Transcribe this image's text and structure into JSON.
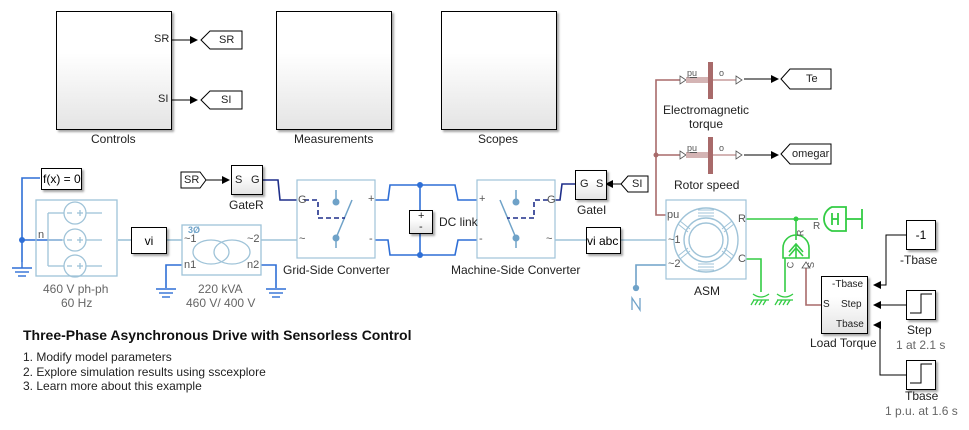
{
  "title": "Three-Phase Asynchronous Drive with Sensorless Control",
  "links": [
    "1. Modify model parameters",
    "2. Explore simulation results using sscexplore",
    "3. Learn more about this example"
  ],
  "subsystems": {
    "controls": {
      "label": "Controls",
      "ports": [
        "SR",
        "SI"
      ]
    },
    "measurements": {
      "label": "Measurements"
    },
    "scopes": {
      "label": "Scopes"
    }
  },
  "goto_tags": {
    "sr": "SR",
    "si": "SI",
    "te": "Te",
    "omegar": "omegar"
  },
  "from_tags": {
    "sr": "SR",
    "si": "SI"
  },
  "solver": {
    "label": "f(x) = 0"
  },
  "source": {
    "label_line1": "460 V ph-ph",
    "label_line2": "60 Hz",
    "port_n": "n"
  },
  "vi": {
    "label": "vi"
  },
  "transformer": {
    "symbol": "3Ø",
    "label_line1": "220 kVA",
    "label_line2": "460 V/ 400 V",
    "ports": [
      "~1",
      "~2",
      "n1",
      "n2"
    ]
  },
  "gate_r": {
    "label": "GateR",
    "port_s": "S",
    "port_g": "G"
  },
  "gate_i": {
    "label": "GateI",
    "port_s": "S",
    "port_g": "G"
  },
  "grid_converter": {
    "label": "Grid-Side Converter",
    "port_g": "G",
    "port_plus": "+",
    "port_minus": "-",
    "port_ac": "~"
  },
  "dc_link": {
    "label": "DC link",
    "plus": "+",
    "minus": "-"
  },
  "machine_converter": {
    "label": "Machine-Side Converter",
    "port_g": "G",
    "port_plus": "+",
    "port_minus": "-",
    "port_ac": "~"
  },
  "vi_abc": {
    "label": "vi abc"
  },
  "asm": {
    "label": "ASM",
    "ports": [
      "pu",
      "~1",
      "~2",
      "R",
      "C"
    ]
  },
  "sensors": {
    "torque": {
      "label_line1": "Electromagnetic",
      "label_line2": "torque",
      "in": "pu",
      "out": "o"
    },
    "speed": {
      "label": "Rotor speed",
      "in": "pu",
      "out": "o"
    }
  },
  "rot_sensor_ports": {
    "r": "R",
    "c": "C",
    "s": "S"
  },
  "inertia_port": "R",
  "load_torque": {
    "label": "Load Torque",
    "ports": [
      "-Tbase",
      "S",
      "Step",
      "Tbase"
    ]
  },
  "neg_tbase": {
    "value": "-1",
    "label": "-Tbase"
  },
  "step": {
    "label": "Step",
    "sub": "1 at 2.1 s"
  },
  "tbase": {
    "label": "Tbase",
    "sub": "1 p.u. at 1.6 s"
  },
  "colors": {
    "electrical": "#9fc3d8",
    "electrical_wire": "#2f6fd6",
    "gate": "#1f2f8a",
    "mechanical": "#33cc44",
    "physical_signal": "#a86a6a",
    "signal": "#000000"
  }
}
